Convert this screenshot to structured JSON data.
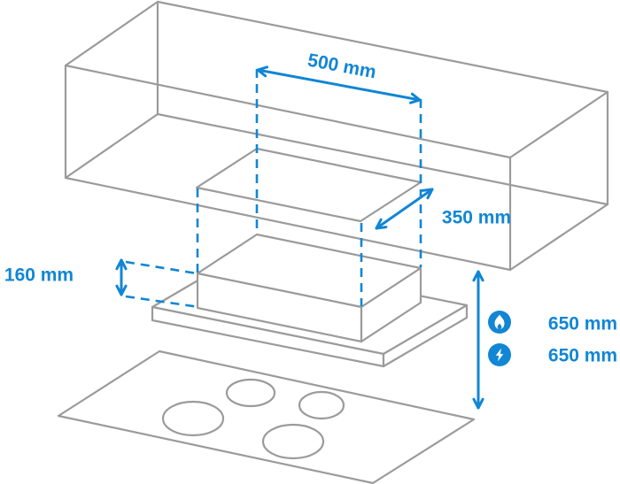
{
  "diagram": {
    "name": "cooker-hood-installation-dimensions",
    "colors": {
      "accent": "#1186d4",
      "line": "#9b9b9b"
    },
    "labels": {
      "cutout_width": "500 mm",
      "cutout_depth": "350 mm",
      "hood_height": "160 mm",
      "gas_clearance": "650 mm",
      "electric_clearance": "650 mm"
    },
    "icons": [
      {
        "name": "gas-flame-icon"
      },
      {
        "name": "lightning-bolt-icon"
      }
    ]
  }
}
